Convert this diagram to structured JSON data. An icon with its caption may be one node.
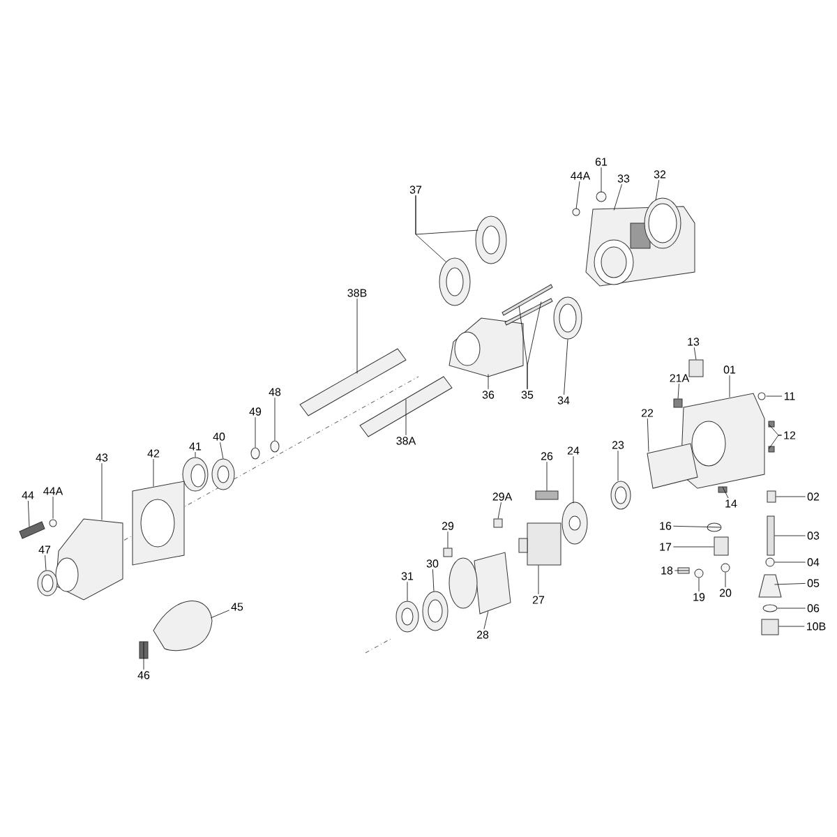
{
  "diagram": {
    "nodes": [
      {
        "text": [
          "37"
        ]
      },
      {
        "text": [
          "61"
        ]
      },
      {
        "text": [
          "44A"
        ]
      },
      {
        "text": [
          "33"
        ]
      },
      {
        "text": [
          "32"
        ]
      },
      {
        "text": [
          "38B"
        ]
      },
      {
        "text": [
          "36"
        ]
      },
      {
        "text": [
          "35"
        ]
      },
      {
        "text": [
          "34"
        ]
      },
      {
        "text": [
          "13"
        ]
      },
      {
        "text": [
          "01"
        ]
      },
      {
        "text": [
          "21A"
        ]
      },
      {
        "text": [
          "11"
        ]
      },
      {
        "text": [
          "22"
        ]
      },
      {
        "text": [
          "12"
        ]
      },
      {
        "text": [
          "48"
        ]
      },
      {
        "text": [
          "49"
        ]
      },
      {
        "text": [
          "40"
        ]
      },
      {
        "text": [
          "41"
        ]
      },
      {
        "text": [
          "38A"
        ]
      },
      {
        "text": [
          "42"
        ]
      },
      {
        "text": [
          "43"
        ]
      },
      {
        "text": [
          "44"
        ]
      },
      {
        "text": [
          "44A"
        ]
      },
      {
        "text": [
          "26"
        ]
      },
      {
        "text": [
          "24"
        ]
      },
      {
        "text": [
          "23"
        ]
      },
      {
        "text": [
          "29A"
        ]
      },
      {
        "text": [
          "29"
        ]
      },
      {
        "text": [
          "47"
        ]
      },
      {
        "text": [
          "14"
        ]
      },
      {
        "text": [
          "02"
        ]
      },
      {
        "text": [
          "16"
        ]
      },
      {
        "text": [
          "03"
        ]
      },
      {
        "text": [
          "17"
        ]
      },
      {
        "text": [
          "04"
        ]
      },
      {
        "text": [
          "05"
        ]
      },
      {
        "text": [
          "18"
        ]
      },
      {
        "text": [
          "19"
        ]
      },
      {
        "text": [
          "20"
        ]
      },
      {
        "text": [
          "06"
        ]
      },
      {
        "text": [
          "10B"
        ]
      },
      {
        "text": [
          "30"
        ]
      },
      {
        "text": [
          "31"
        ]
      },
      {
        "text": [
          "45"
        ]
      },
      {
        "text": [
          "27"
        ]
      },
      {
        "text": [
          "28"
        ]
      },
      {
        "text": [
          "46"
        ]
      },
      {
        "text": [],
        "shape": "picture"
      },
      {
        "text": [],
        "shape": "circle"
      },
      {
        "text": [],
        "shape": "circle"
      },
      {
        "text": [],
        "shape": "picture"
      },
      {
        "text": [],
        "shape": "picture"
      },
      {
        "text": [],
        "shape": "picture"
      },
      {
        "text": [],
        "shape": "picture"
      },
      {
        "text": [],
        "shape": "bar"
      },
      {
        "text": [],
        "shape": "picture"
      },
      {
        "text": [],
        "shape": "box"
      },
      {
        "text": [],
        "shape": "picture"
      },
      {
        "text": [],
        "shape": "box"
      },
      {
        "text": [],
        "shape": "picture"
      },
      {
        "text": [],
        "shape": "picture"
      },
      {
        "text": [],
        "shape": "box"
      },
      {
        "text": [],
        "shape": "circle"
      },
      {
        "text": [],
        "shape": "circle"
      },
      {
        "text": [],
        "shape": "picture"
      },
      {
        "text": [],
        "shape": "picture"
      },
      {
        "text": [],
        "shape": "picture"
      },
      {
        "text": [],
        "shape": "picture"
      },
      {
        "text": [],
        "shape": "picture"
      },
      {
        "text": [],
        "shape": "picture"
      },
      {
        "text": [],
        "shape": "circle"
      },
      {
        "text": [],
        "shape": "bar"
      },
      {
        "text": [],
        "shape": "picture"
      },
      {
        "text": [],
        "shape": "picture"
      },
      {
        "text": [],
        "shape": "box"
      },
      {
        "text": [],
        "shape": "box"
      },
      {
        "text": [],
        "shape": "picture"
      },
      {
        "text": [],
        "shape": "box"
      },
      {
        "text": [],
        "shape": "box"
      },
      {
        "text": [],
        "shape": "circle"
      },
      {
        "text": [],
        "shape": "bar"
      },
      {
        "text": [],
        "shape": "box"
      },
      {
        "text": [],
        "shape": "circle"
      },
      {
        "text": [],
        "shape": "picture"
      },
      {
        "text": [],
        "shape": "box"
      },
      {
        "text": [],
        "shape": "circle"
      },
      {
        "text": [],
        "shape": "circle"
      },
      {
        "text": [],
        "shape": "circle"
      },
      {
        "text": [],
        "shape": "box"
      },
      {
        "text": [],
        "shape": "picture"
      },
      {
        "text": [],
        "shape": "picture"
      },
      {
        "text": [],
        "shape": "picture"
      },
      {
        "text": [],
        "shape": "box"
      },
      {
        "text": [],
        "shape": "picture"
      },
      {
        "text": [],
        "shape": "picture"
      },
      {
        "text": [],
        "shape": "picture"
      },
      {
        "text": [],
        "shape": "bar"
      },
      {
        "text": [],
        "shape": "box"
      }
    ],
    "edges": [
      {
        "from": 0,
        "to": 48,
        "arrow": "none"
      },
      {
        "from": 1,
        "to": 49,
        "arrow": "none"
      },
      {
        "from": 2,
        "to": 50,
        "arrow": "none"
      },
      {
        "from": 3,
        "to": 51,
        "arrow": "none"
      },
      {
        "from": 4,
        "to": 52,
        "arrow": "none"
      },
      {
        "from": 5,
        "to": 53,
        "arrow": "none"
      },
      {
        "from": 6,
        "to": 54,
        "arrow": "none"
      },
      {
        "from": 7,
        "to": 55,
        "arrow": "none"
      },
      {
        "from": 8,
        "to": 56,
        "arrow": "none"
      },
      {
        "from": 9,
        "to": 57,
        "arrow": "none"
      },
      {
        "from": 10,
        "to": 58,
        "arrow": "none"
      },
      {
        "from": 11,
        "to": 59,
        "arrow": "none"
      },
      {
        "from": 12,
        "to": 60,
        "arrow": "none"
      },
      {
        "from": 13,
        "to": 61,
        "arrow": "none"
      },
      {
        "from": 14,
        "to": 62,
        "arrow": "none"
      },
      {
        "from": 15,
        "to": 63,
        "arrow": "none"
      },
      {
        "from": 16,
        "to": 64,
        "arrow": "none"
      },
      {
        "from": 17,
        "to": 65,
        "arrow": "none"
      },
      {
        "from": 18,
        "to": 66,
        "arrow": "none"
      },
      {
        "from": 19,
        "to": 67,
        "arrow": "none"
      },
      {
        "from": 20,
        "to": 68,
        "arrow": "none"
      },
      {
        "from": 21,
        "to": 69,
        "arrow": "none"
      },
      {
        "from": 22,
        "to": 70,
        "arrow": "none"
      },
      {
        "from": 23,
        "to": 71,
        "arrow": "none"
      },
      {
        "from": 24,
        "to": 72,
        "arrow": "none"
      },
      {
        "from": 25,
        "to": 73,
        "arrow": "none"
      },
      {
        "from": 26,
        "to": 74,
        "arrow": "none"
      },
      {
        "from": 27,
        "to": 75,
        "arrow": "none"
      },
      {
        "from": 28,
        "to": 76,
        "arrow": "none"
      },
      {
        "from": 29,
        "to": 77,
        "arrow": "none"
      },
      {
        "from": 30,
        "to": 78,
        "arrow": "none"
      },
      {
        "from": 31,
        "to": 79,
        "arrow": "none"
      },
      {
        "from": 32,
        "to": 80,
        "arrow": "none"
      },
      {
        "from": 33,
        "to": 81,
        "arrow": "none"
      },
      {
        "from": 34,
        "to": 82,
        "arrow": "none"
      },
      {
        "from": 35,
        "to": 83,
        "arrow": "none"
      },
      {
        "from": 36,
        "to": 84,
        "arrow": "none"
      },
      {
        "from": 37,
        "to": 85,
        "arrow": "none"
      },
      {
        "from": 38,
        "to": 86,
        "arrow": "none"
      },
      {
        "from": 39,
        "to": 87,
        "arrow": "none"
      },
      {
        "from": 40,
        "to": 88,
        "arrow": "none"
      },
      {
        "from": 41,
        "to": 89,
        "arrow": "none"
      },
      {
        "from": 42,
        "to": 90,
        "arrow": "none"
      },
      {
        "from": 43,
        "to": 91,
        "arrow": "none"
      },
      {
        "from": 44,
        "to": 92,
        "arrow": "none"
      },
      {
        "from": 45,
        "to": 93,
        "arrow": "none"
      },
      {
        "from": 46,
        "to": 94,
        "arrow": "none"
      },
      {
        "from": 47,
        "to": 95,
        "arrow": "none"
      },
      {
        "from": 0,
        "to": 96,
        "arrow": "none"
      },
      {
        "from": 7,
        "to": 97,
        "arrow": "none"
      },
      {
        "from": 14,
        "to": 98,
        "arrow": "none"
      }
    ]
  }
}
